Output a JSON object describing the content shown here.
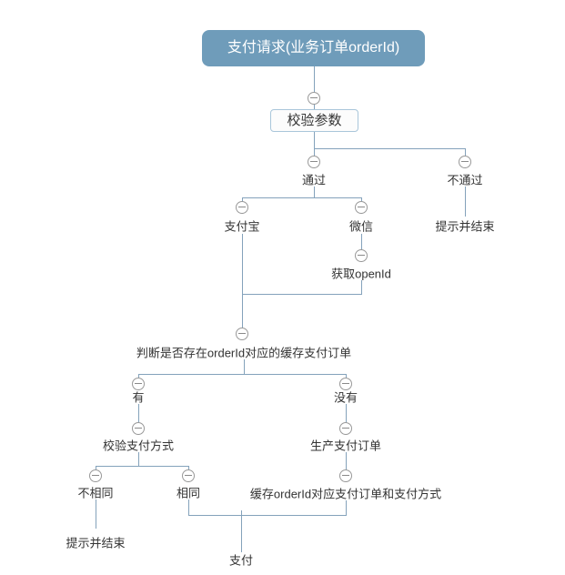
{
  "diagram": {
    "labels": {
      "root": "支付请求(业务订单orderId)",
      "check_params": "校验参数",
      "pass": "通过",
      "fail": "不通过",
      "alipay": "支付宝",
      "wechat": "微信",
      "fail_end": "提示并结束",
      "get_openid": "获取openId",
      "judge_cache": "判断是否存在orderId对应的缓存支付订单",
      "has_cache": "有",
      "no_cache": "没有",
      "check_pay_method": "校验支付方式",
      "create_pay_order": "生产支付订单",
      "not_same": "不相同",
      "same": "相同",
      "cache_order": "缓存orderId对应支付订单和支付方式",
      "not_same_end": "提示并结束",
      "pay": "支付"
    },
    "icons": {
      "collapse": "minus-circle-icon"
    },
    "colors": {
      "background": "#ffffff",
      "root_node_fill": "#6f9cba",
      "root_node_text": "#ffffff",
      "connector_line": "#84a2bb",
      "box_border": "#a9c6da",
      "box_fill": "#fcfcfc",
      "node_text": "#333333",
      "collapse_icon_border": "#999999"
    }
  }
}
